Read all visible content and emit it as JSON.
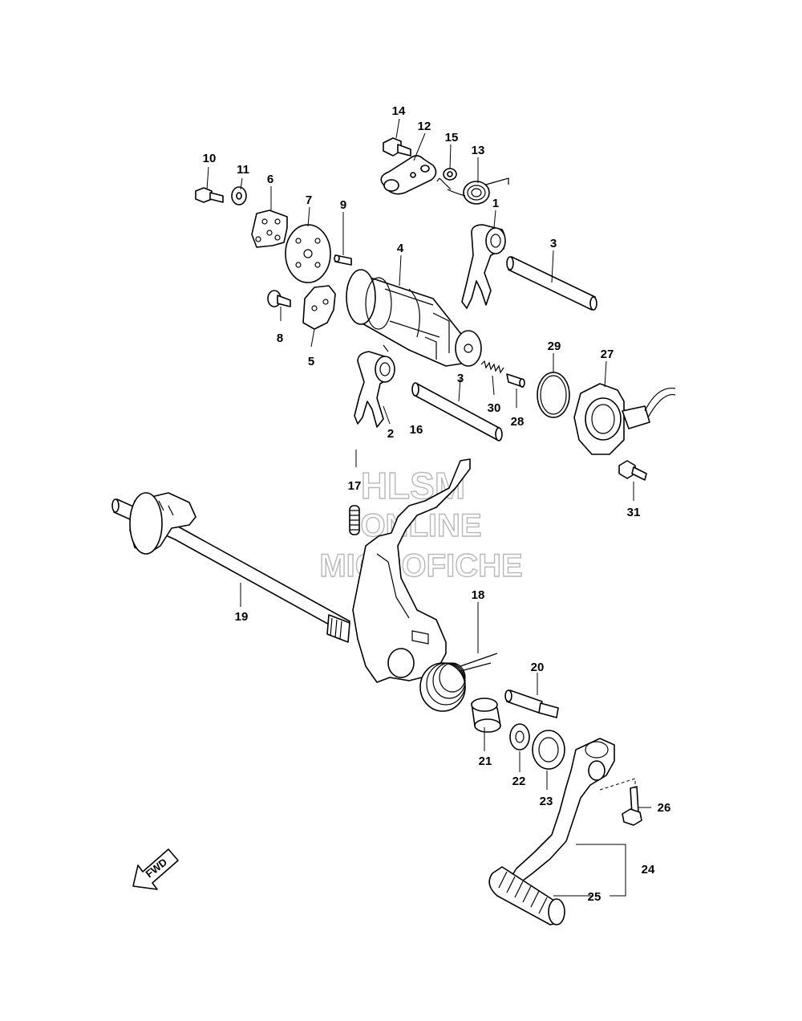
{
  "callouts": {
    "p1": "1",
    "p2": "2",
    "p3a": "3",
    "p3b": "3",
    "p4": "4",
    "p5": "5",
    "p6": "6",
    "p7": "7",
    "p8": "8",
    "p9": "9",
    "p10": "10",
    "p11": "11",
    "p12": "12",
    "p13": "13",
    "p14": "14",
    "p15": "15",
    "p16": "16",
    "p17": "17",
    "p18": "18",
    "p19": "19",
    "p20": "20",
    "p21": "21",
    "p22": "22",
    "p23": "23",
    "p24": "24",
    "p25": "25",
    "p26": "26",
    "p27": "27",
    "p28": "28",
    "p29": "29",
    "p30": "30",
    "p31": "31"
  },
  "watermark": {
    "line1": "HLSM",
    "line2": "ONLINE",
    "line3": "MICROFICHE"
  },
  "direction_arrow": "FWD",
  "colors": {
    "ink": "#000000",
    "watermark": "#b8b8b8",
    "background": "#ffffff"
  }
}
